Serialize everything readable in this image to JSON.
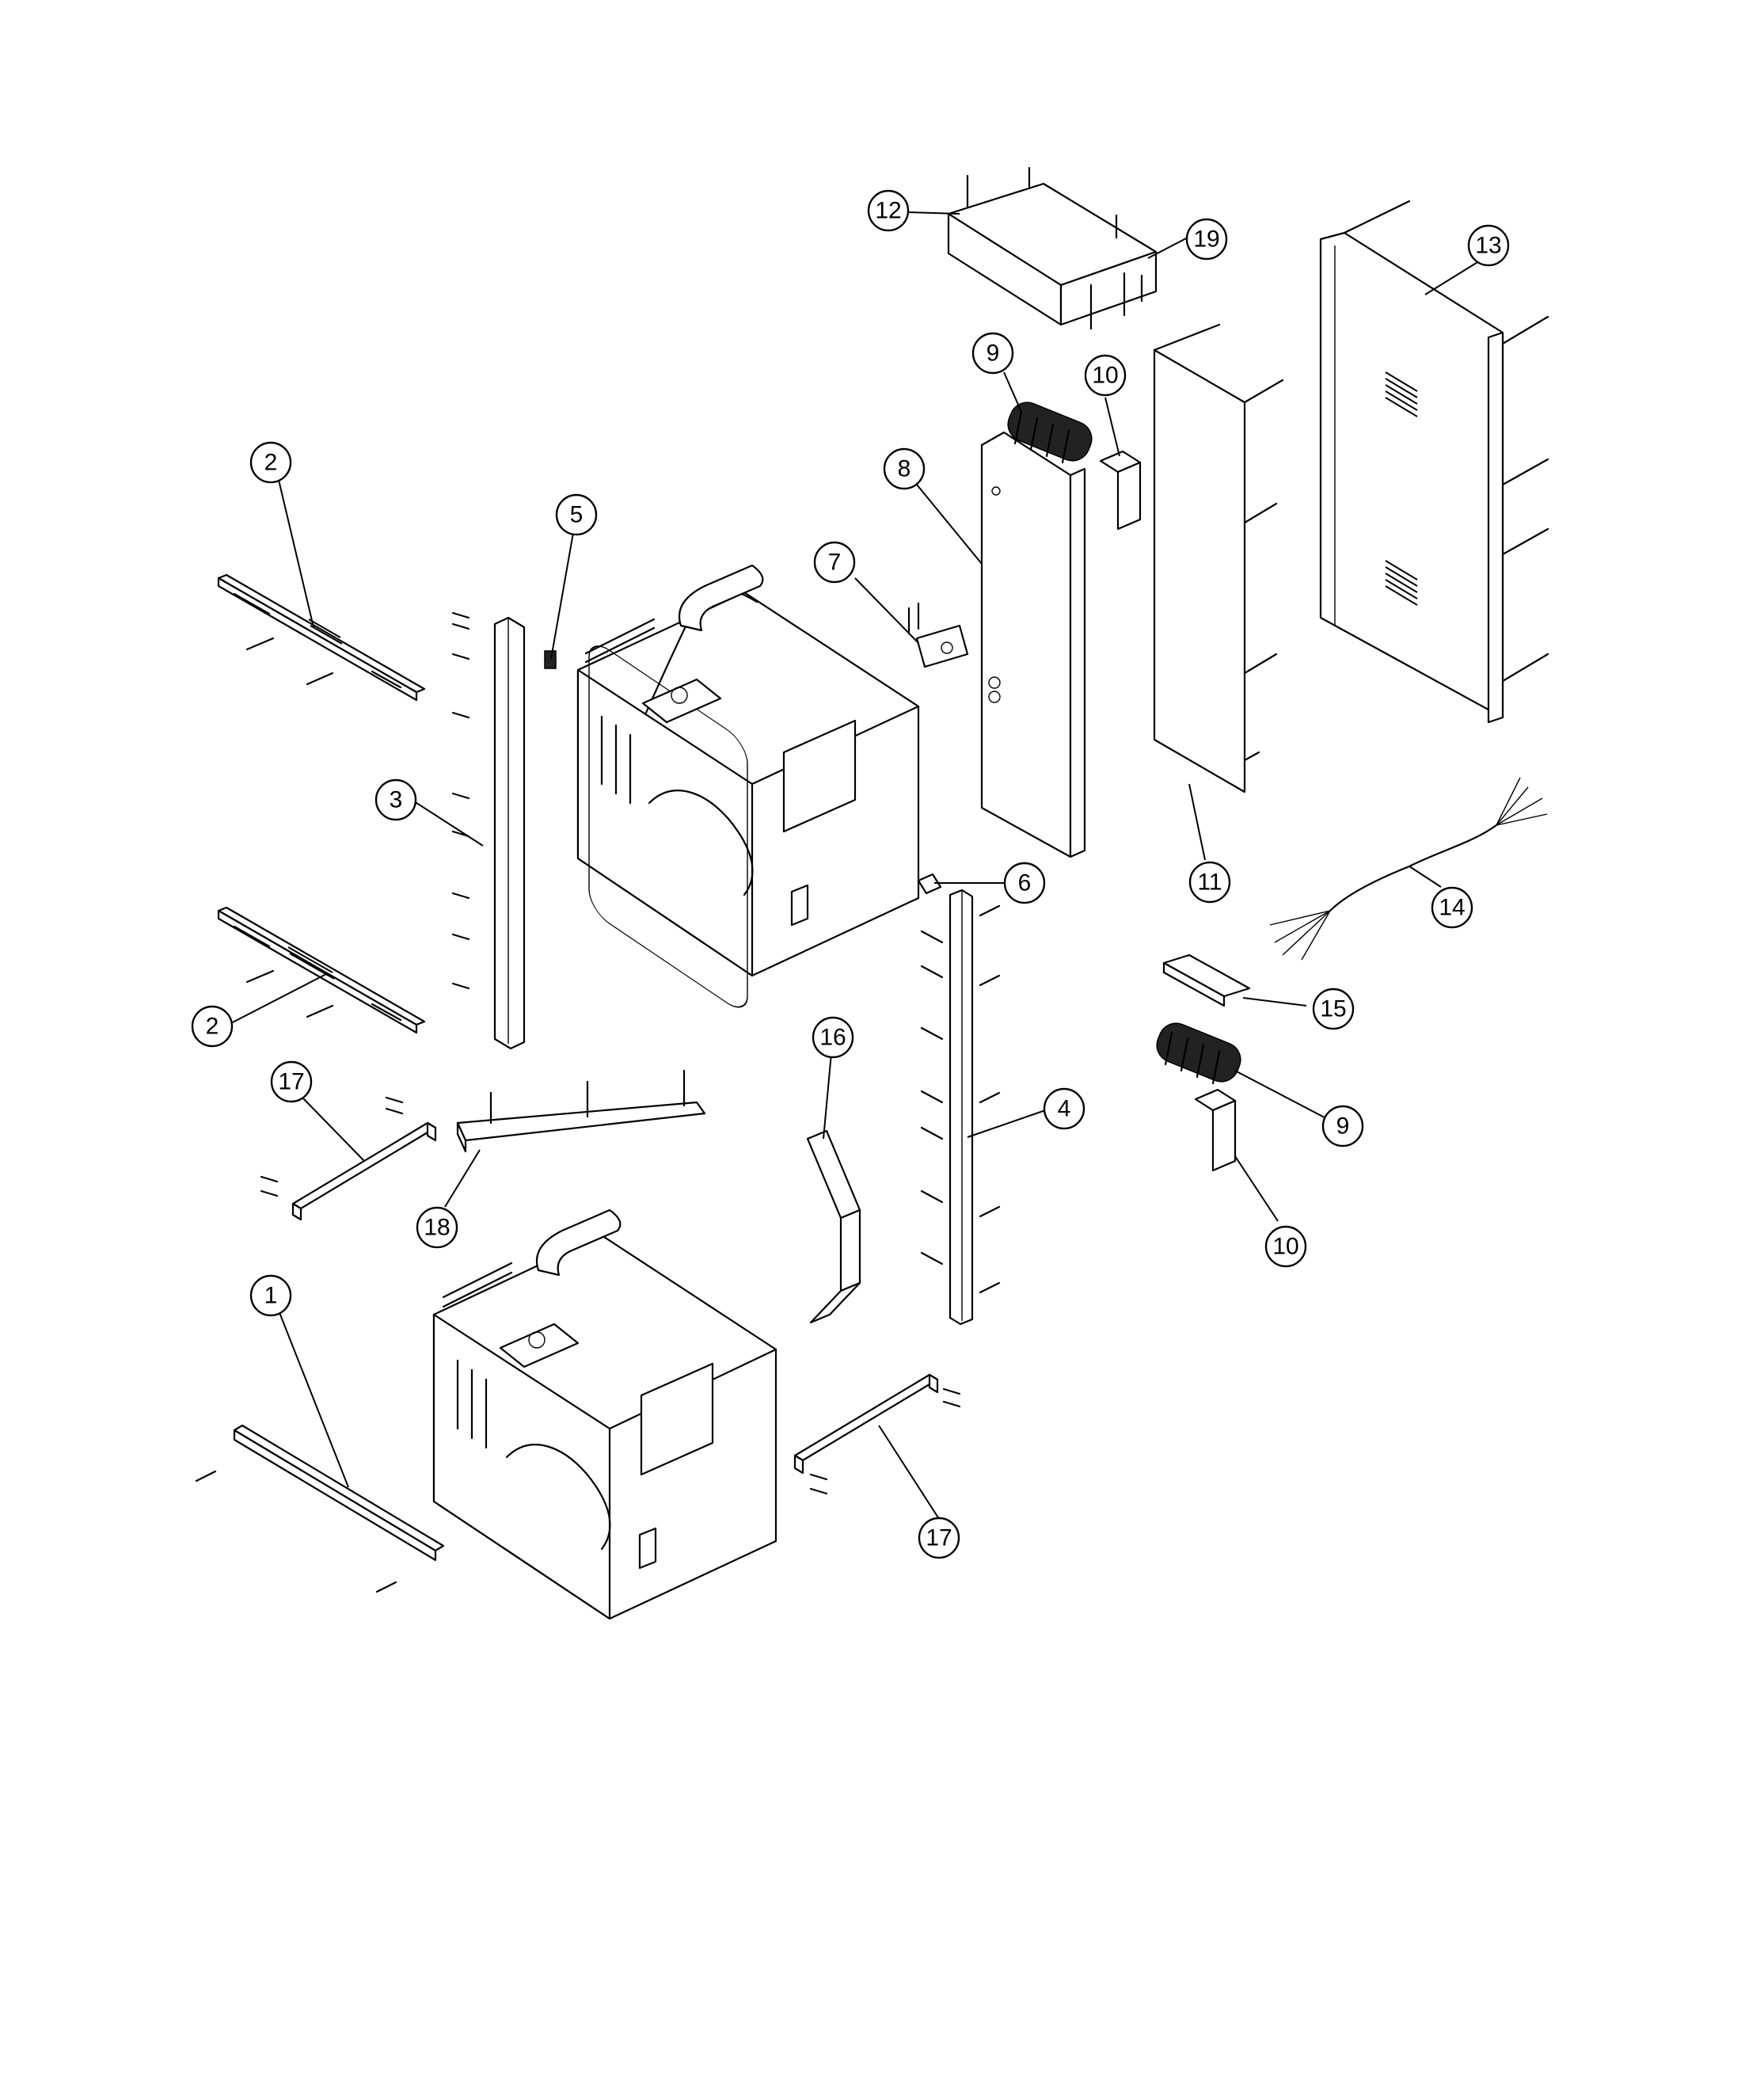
{
  "diagram": {
    "callouts": [
      {
        "id": "c1",
        "label": "1"
      },
      {
        "id": "c2a",
        "label": "2"
      },
      {
        "id": "c2b",
        "label": "2"
      },
      {
        "id": "c3",
        "label": "3"
      },
      {
        "id": "c4",
        "label": "4"
      },
      {
        "id": "c5",
        "label": "5"
      },
      {
        "id": "c6",
        "label": "6"
      },
      {
        "id": "c7",
        "label": "7"
      },
      {
        "id": "c8",
        "label": "8"
      },
      {
        "id": "c9a",
        "label": "9"
      },
      {
        "id": "c9b",
        "label": "9"
      },
      {
        "id": "c10a",
        "label": "10"
      },
      {
        "id": "c10b",
        "label": "10"
      },
      {
        "id": "c11",
        "label": "11"
      },
      {
        "id": "c12",
        "label": "12"
      },
      {
        "id": "c13",
        "label": "13"
      },
      {
        "id": "c14",
        "label": "14"
      },
      {
        "id": "c15",
        "label": "15"
      },
      {
        "id": "c16",
        "label": "16"
      },
      {
        "id": "c17a",
        "label": "17"
      },
      {
        "id": "c17b",
        "label": "17"
      },
      {
        "id": "c18",
        "label": "18"
      },
      {
        "id": "c19",
        "label": "19"
      }
    ]
  }
}
